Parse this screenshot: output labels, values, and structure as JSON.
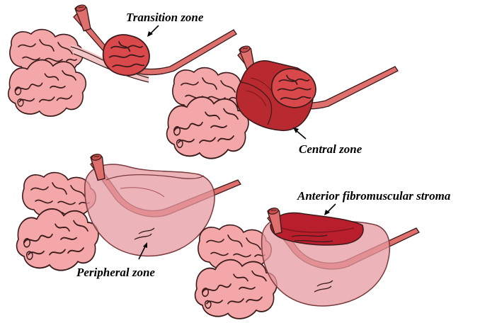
{
  "labels": {
    "transition": "Transition zone",
    "central": "Central zone",
    "peripheral": "Peripheral zone",
    "afs": "Anterior fibromuscular stroma"
  },
  "colors": {
    "gland_skin": "#f3a7a9",
    "gland_outline": "#3a1a1a",
    "urethra": "#df6f6c",
    "transition_zone": "#d9484a",
    "central_zone": "#b82a30",
    "peripheral_capsule": "#e59aa0",
    "afs": "#b81e2b"
  }
}
